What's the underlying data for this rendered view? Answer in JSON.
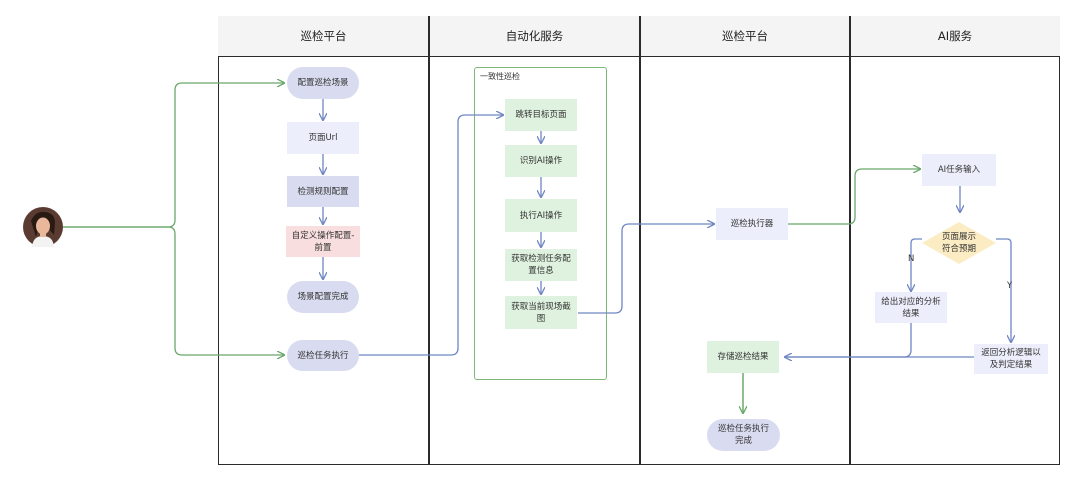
{
  "lanes": [
    "巡检平台",
    "自动化服务",
    "巡检平台",
    "AI服务"
  ],
  "group": {
    "label": "一致性巡检"
  },
  "nodes": {
    "config_scene": "配置巡检场景",
    "page_url": "页面Url",
    "detect_rules": "检测规则配置",
    "custom_op": "自定义操作配置-前置",
    "scene_done": "场景配置完成",
    "task_exec": "巡检任务执行",
    "jump_page": "跳转目标页面",
    "identify_ai": "识别AI操作",
    "exec_ai": "执行AI操作",
    "get_task_info": "获取检测任务配置信息",
    "get_screenshot": "获取当前现场截图",
    "executor": "巡检执行器",
    "ai_input": "AI任务输入",
    "page_expected": "页面展示符合预期",
    "analysis_result": "给出对应的分析结果",
    "return_logic": "返回分析逻辑以及判定结果",
    "store_result": "存储巡检结果",
    "task_done": "巡检任务执行完成"
  },
  "edge_labels": {
    "no": "N",
    "yes": "Y"
  },
  "colors": {
    "blue_arrow": "#6f86c2",
    "green_arrow": "#6aa86a",
    "lavender": "#d9dcf0",
    "light_lavender": "#eceffb",
    "pink": "#f8dede",
    "mint": "#dff2df",
    "diamond": "#fbecc4"
  },
  "icons": {
    "avatar": "user-avatar-icon"
  }
}
